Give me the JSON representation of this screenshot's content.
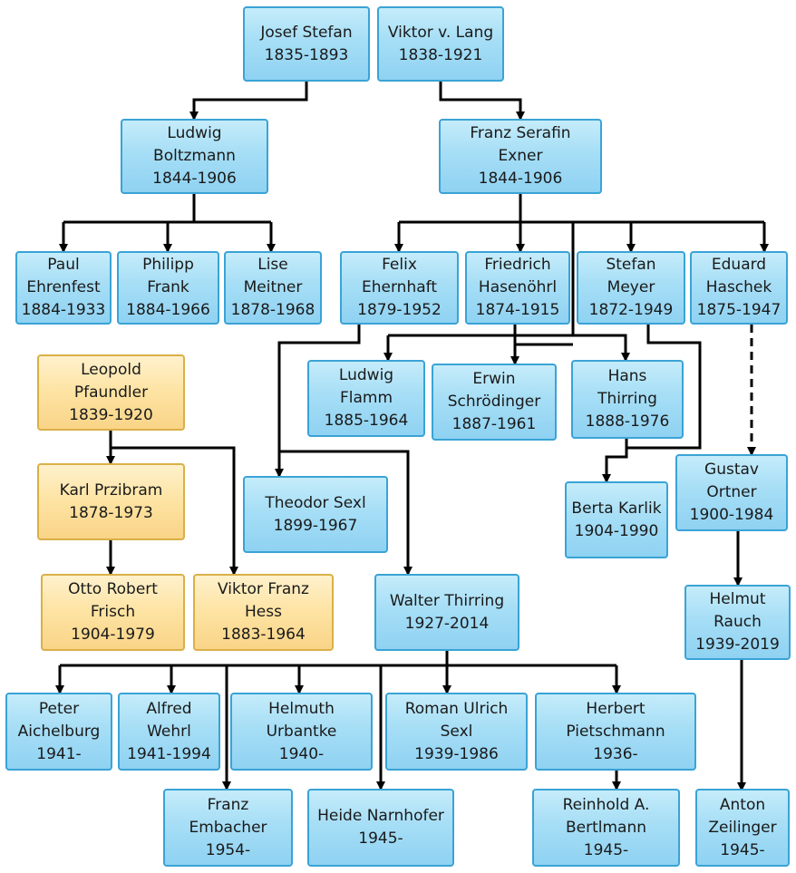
{
  "nodes": [
    {
      "id": "stefan",
      "lines": [
        "Josef Stefan",
        "1835-1893"
      ]
    },
    {
      "id": "lang",
      "lines": [
        "Viktor v. Lang",
        "1838-1921"
      ]
    },
    {
      "id": "boltzmann",
      "lines": [
        "Ludwig",
        "Boltzmann",
        "1844-1906"
      ]
    },
    {
      "id": "exner",
      "lines": [
        "Franz Serafin",
        "Exner",
        "1844-1906"
      ]
    },
    {
      "id": "ehrenfest",
      "lines": [
        "Paul",
        "Ehrenfest",
        "1884-1933"
      ]
    },
    {
      "id": "frank",
      "lines": [
        "Philipp",
        "Frank",
        "1884-1966"
      ]
    },
    {
      "id": "meitner",
      "lines": [
        "Lise",
        "Meitner",
        "1878-1968"
      ]
    },
    {
      "id": "ehrenhaft",
      "lines": [
        "Felix",
        "Ehernhaft",
        "1879-1952"
      ]
    },
    {
      "id": "hasenoehrl",
      "lines": [
        "Friedrich",
        "Hasenöhrl",
        "1874-1915"
      ]
    },
    {
      "id": "meyer",
      "lines": [
        "Stefan",
        "Meyer",
        "1872-1949"
      ]
    },
    {
      "id": "haschek",
      "lines": [
        "Eduard",
        "Haschek",
        "1875-1947"
      ]
    },
    {
      "id": "pfaundler",
      "lines": [
        "Leopold",
        "Pfaundler",
        "1839-1920"
      ]
    },
    {
      "id": "flamm",
      "lines": [
        "Ludwig",
        "Flamm",
        "1885-1964"
      ]
    },
    {
      "id": "schroedinger",
      "lines": [
        "Erwin",
        "Schrödinger",
        "1887-1961"
      ]
    },
    {
      "id": "thirring_h",
      "lines": [
        "Hans",
        "Thirring",
        "1888-1976"
      ]
    },
    {
      "id": "przibram",
      "lines": [
        "Karl Przibram",
        "1878-1973"
      ]
    },
    {
      "id": "sexl_t",
      "lines": [
        "Theodor Sexl",
        "1899-1967"
      ]
    },
    {
      "id": "karlik",
      "lines": [
        "Berta Karlik",
        "1904-1990"
      ]
    },
    {
      "id": "ortner",
      "lines": [
        "Gustav",
        "Ortner",
        "1900-1984"
      ]
    },
    {
      "id": "frisch",
      "lines": [
        "Otto Robert",
        "Frisch",
        "1904-1979"
      ]
    },
    {
      "id": "hess",
      "lines": [
        "Viktor Franz",
        "Hess",
        "1883-1964"
      ]
    },
    {
      "id": "thirring_w",
      "lines": [
        "Walter Thirring",
        "1927-2014"
      ]
    },
    {
      "id": "rauch",
      "lines": [
        "Helmut",
        "Rauch",
        "1939-2019"
      ]
    },
    {
      "id": "aichelburg",
      "lines": [
        "Peter",
        "Aichelburg",
        "1941-"
      ]
    },
    {
      "id": "wehrl",
      "lines": [
        "Alfred",
        "Wehrl",
        "1941-1994"
      ]
    },
    {
      "id": "urbantke",
      "lines": [
        "Helmuth",
        "Urbantke",
        "1940-"
      ]
    },
    {
      "id": "sexl_r",
      "lines": [
        "Roman Ulrich",
        "Sexl",
        "1939-1986"
      ]
    },
    {
      "id": "pietschmann",
      "lines": [
        "Herbert",
        "Pietschmann",
        "1936-"
      ]
    },
    {
      "id": "embacher",
      "lines": [
        "Franz",
        "Embacher",
        "1954-"
      ]
    },
    {
      "id": "narnhofer",
      "lines": [
        "Heide Narnhofer",
        "1945-"
      ]
    },
    {
      "id": "bertlmann",
      "lines": [
        "Reinhold A.",
        "Bertlmann",
        "1945-"
      ]
    },
    {
      "id": "zeilinger",
      "lines": [
        "Anton",
        "Zeilinger",
        "1945-"
      ]
    }
  ]
}
